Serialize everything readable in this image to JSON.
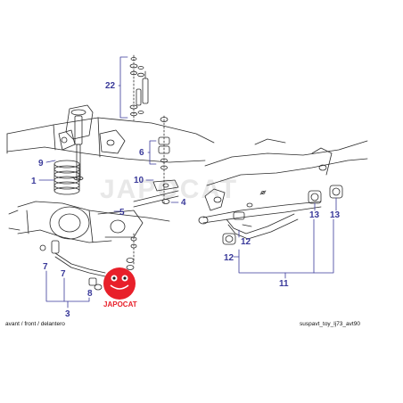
{
  "colors": {
    "callout": "#3a3a9a",
    "line": "#2a2a2a",
    "logo_red": "#e8202a",
    "watermark": "#d9d9d9"
  },
  "callouts": {
    "c1": "1",
    "c3": "3",
    "c4": "4",
    "c5": "5",
    "c6": "6",
    "c7a": "7",
    "c7b": "7",
    "c8": "8",
    "c9": "9",
    "c10": "10",
    "c11": "11",
    "c12a": "12",
    "c12b": "12",
    "c13a": "13",
    "c13b": "13",
    "c22": "22"
  },
  "captions": {
    "left": "avant / front / delantero",
    "right": "suspavt_toy_lj73_avt90"
  },
  "logo": {
    "text": "JAPOCAT",
    "icon": "japocat-frog-logo"
  },
  "watermark": "JAPOCAT"
}
